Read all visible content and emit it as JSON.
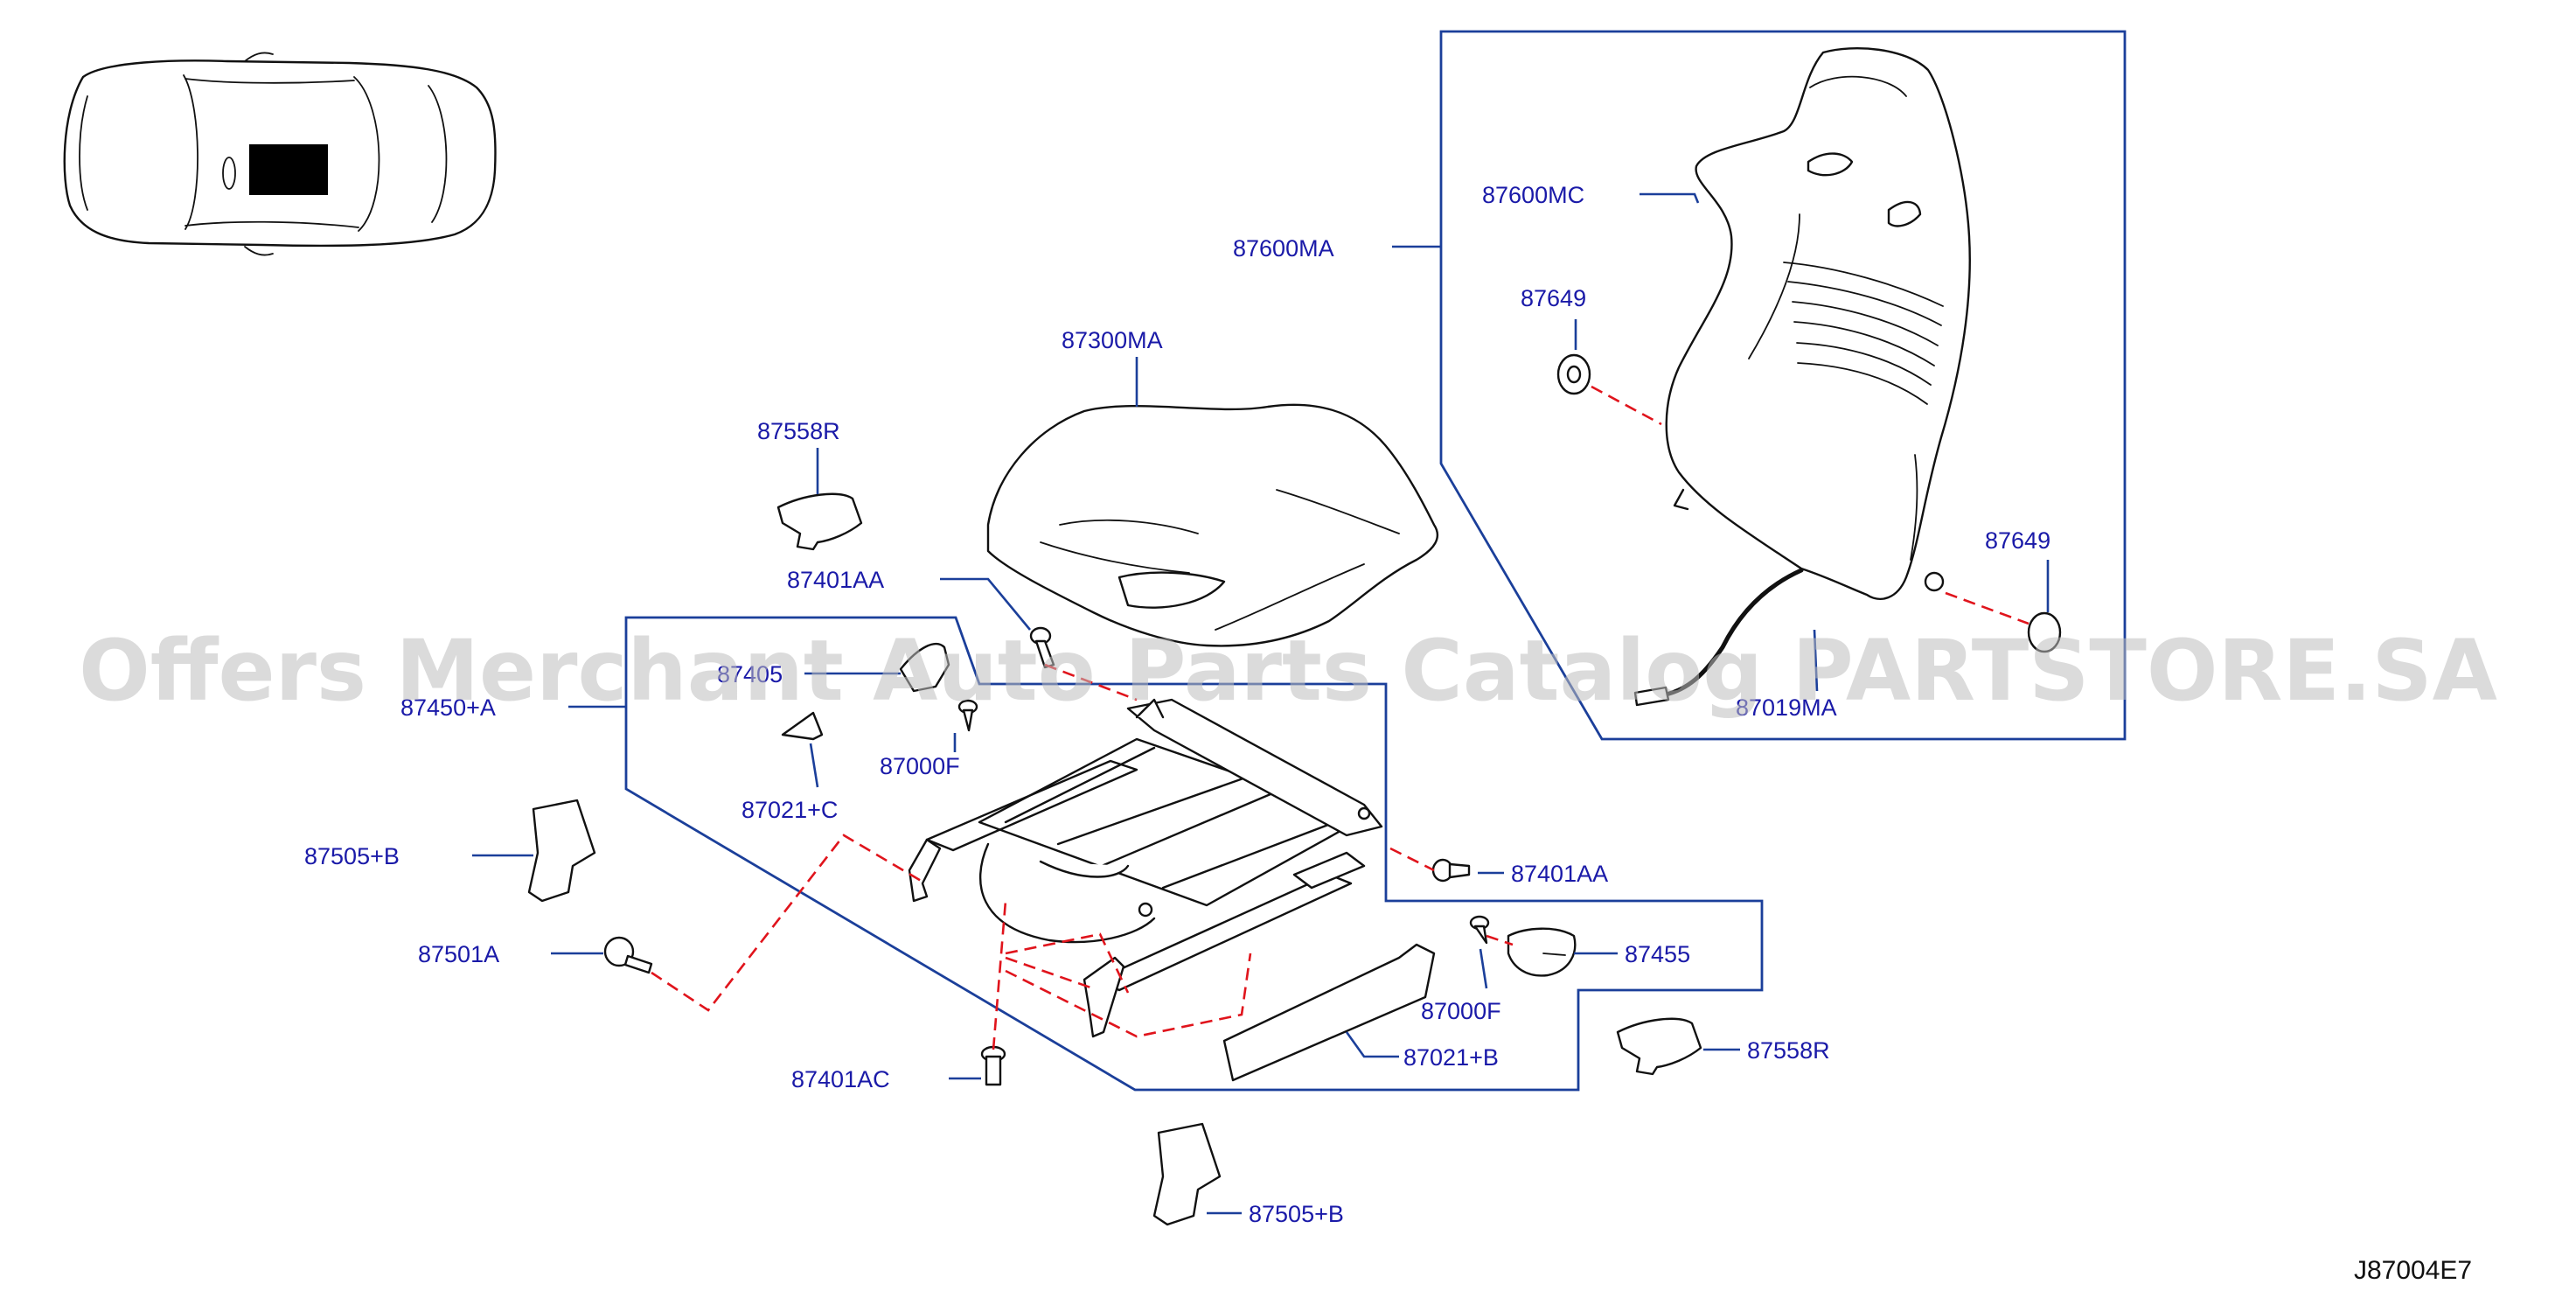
{
  "watermark": "Offers Merchant Auto Parts Catalog PARTSTORE.SA",
  "diagram_code": "J87004E7",
  "labels": {
    "l87600MC": "87600MC",
    "l87600MA": "87600MA",
    "l87649_top": "87649",
    "l87649_right": "87649",
    "l87019MA": "87019MA",
    "l87300MA": "87300MA",
    "l87558R_top": "87558R",
    "l87558R_bottom": "87558R",
    "l87401AA_top": "87401AA",
    "l87401AA_right": "87401AA",
    "l87401AC": "87401AC",
    "l87450A": "87450+A",
    "l87405_partial": "87405",
    "l87021C": "87021+C",
    "l87000F_top": "87000F",
    "l87000F_right": "87000F",
    "l87505B_left": "87505+B",
    "l87505B_bottom": "87505+B",
    "l87501A": "87501A",
    "l87455": "87455",
    "l87021B": "87021+B"
  },
  "colors": {
    "label_text": "#1a1aa8",
    "leader_line": "#1b3f9a",
    "dashed_link": "#e0141c",
    "part_stroke": "#111111",
    "location_marker": "#000000"
  }
}
